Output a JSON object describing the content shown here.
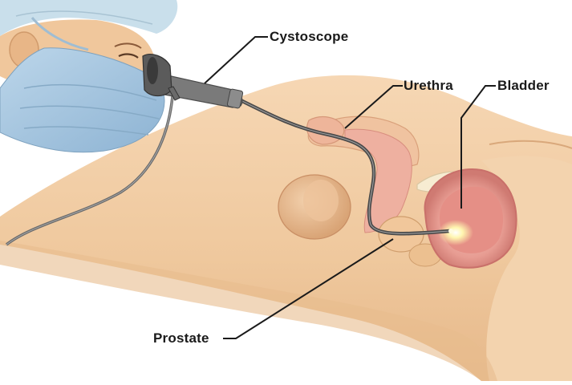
{
  "labels": {
    "cystoscope": "Cystoscope",
    "urethra": "Urethra",
    "bladder": "Bladder",
    "prostate": "Prostate"
  },
  "colors": {
    "skin": "#f1cfa6",
    "skin_shadow": "#e2b483",
    "mask": "#a9c9e2",
    "cap": "#c8dde9",
    "organ_pink": "#eaa79c",
    "bladder_inner": "#d9787a",
    "scope_gray": "#5d5d5d",
    "light": "#fff6b0"
  }
}
